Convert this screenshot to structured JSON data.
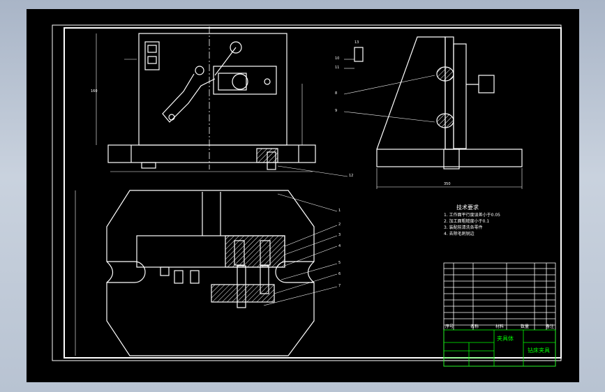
{
  "colors": {
    "background": "#000000",
    "lines": "#ffffff",
    "title_block": "#00ff00",
    "viewport_frame": "#b8c3d2"
  },
  "title_block": {
    "part_name": "夹具体",
    "drawing_name": "钻床夹具",
    "headers": [
      "序号",
      "名称",
      "材料",
      "数量",
      "备注"
    ]
  },
  "tech_req": {
    "title": "技术要求",
    "items": [
      "1. 工作面平行度误差小于0.05",
      "2. 加工面粗糙度小于0.1",
      "3. 装配前清洗各零件",
      "4. 去除毛刺锐边"
    ]
  },
  "balloons": [
    "1",
    "2",
    "3",
    "4",
    "5",
    "6",
    "7",
    "8",
    "9",
    "10",
    "11",
    "12",
    "13"
  ],
  "dims": {
    "side_width": "350",
    "front_height": "160"
  }
}
